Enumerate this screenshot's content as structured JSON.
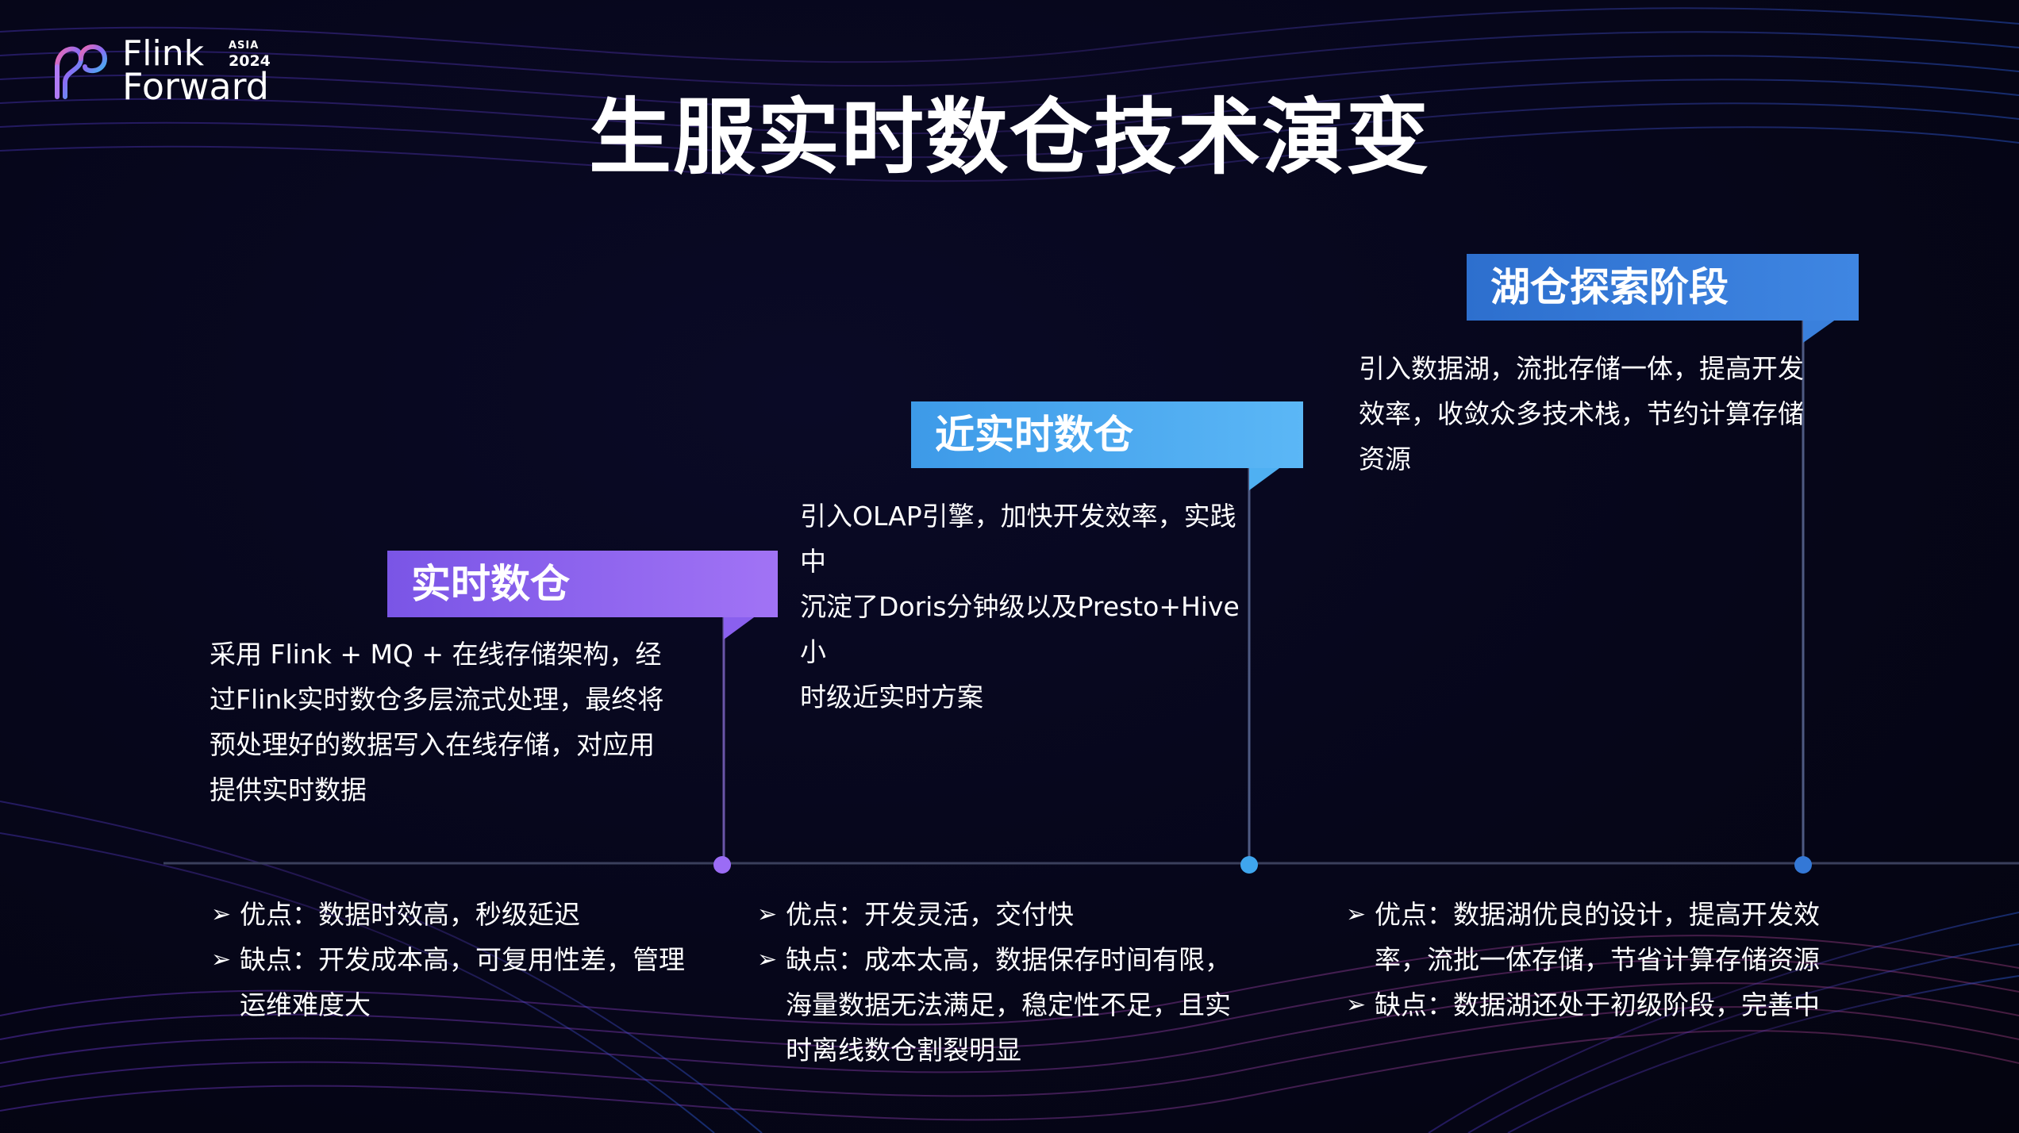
{
  "logo": {
    "line1": "Flink",
    "line2": "Forward",
    "region": "ASIA",
    "year": "2024",
    "icon": "flink-forward-logo-icon"
  },
  "title": "生服实时数仓技术演变",
  "stages": [
    {
      "name": "实时数仓",
      "color": "#8b62ee",
      "description": [
        "采用 Flink + MQ + 在线存储架构，经",
        "过Flink实时数仓多层流式处理，最终将",
        "预处理好的数据写入在线存储，对应用",
        "提供实时数据"
      ],
      "pros_cons": [
        {
          "icon": "arrow-bullet-icon",
          "lines": [
            "优点：数据时效高，秒级延迟"
          ]
        },
        {
          "icon": "arrow-bullet-icon",
          "lines": [
            "缺点：开发成本高，可复用性差，管理",
            "运维难度大"
          ]
        }
      ]
    },
    {
      "name": "近实时数仓",
      "color": "#4aa8f0",
      "description": [
        "引入OLAP引擎，加快开发效率，实践中",
        "沉淀了Doris分钟级以及Presto+Hive小",
        "时级近实时方案"
      ],
      "pros_cons": [
        {
          "icon": "arrow-bullet-icon",
          "lines": [
            "优点：开发灵活，交付快"
          ]
        },
        {
          "icon": "arrow-bullet-icon",
          "lines": [
            "缺点：成本太高，数据保存时间有限，",
            "海量数据无法满足，稳定性不足，且实",
            "时离线数仓割裂明显"
          ]
        }
      ]
    },
    {
      "name": "湖仓探索阶段",
      "color": "#3478d6",
      "description": [
        "引入数据湖，流批存储一体，提高开发",
        "效率，收敛众多技术栈，节约计算存储",
        "资源"
      ],
      "pros_cons": [
        {
          "icon": "arrow-bullet-icon",
          "lines": [
            "优点：数据湖优良的设计，提高开发效",
            "率，流批一体存储，节省计算存储资源"
          ]
        },
        {
          "icon": "arrow-bullet-icon",
          "lines": [
            "缺点：数据湖还处于初级阶段，完善中"
          ]
        }
      ]
    }
  ],
  "colors": {
    "background": "#05051a",
    "timeline": "#3a3f5c",
    "dot1": "#9b6cf5",
    "dot2": "#3fa6ee",
    "dot3": "#3478d6"
  }
}
